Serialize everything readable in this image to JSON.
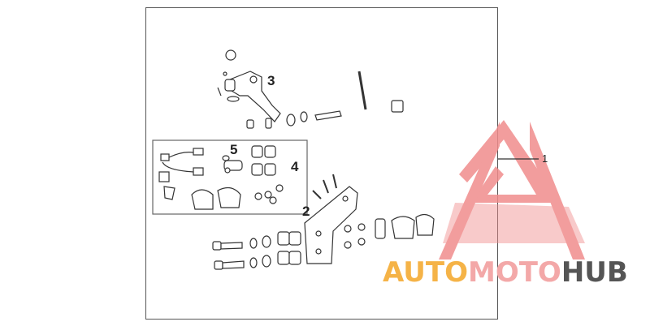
{
  "diagram": {
    "callouts": [
      "1",
      "2",
      "3",
      "4",
      "5"
    ]
  },
  "watermark": {
    "parts": [
      "AUTO",
      "MOTO",
      "HUB"
    ],
    "colors": {
      "auto": "#f5b347",
      "moto": "#f3a8a8",
      "hub": "#555555",
      "triangle": "#f08c8c"
    }
  }
}
